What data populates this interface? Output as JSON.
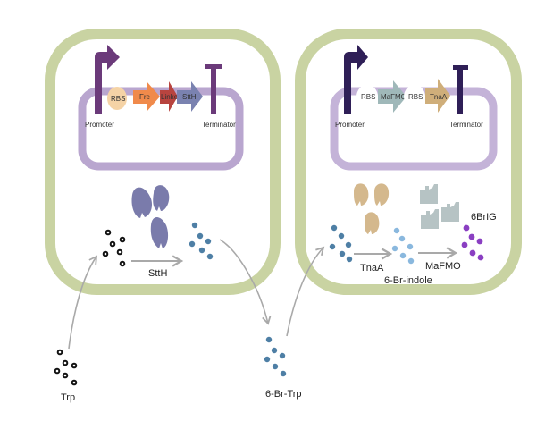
{
  "colors": {
    "cell_outline": "#c9d3a2",
    "plasmid": "#b9a6cf",
    "promoter_left": "#6b3a7a",
    "promoter_right": "#2f1f57",
    "rbs_left": "#f5d3a6",
    "fre": "#f08a4b",
    "linker": "#b8443f",
    "stth": "#7a82b0",
    "mafmo": "#9fb8b9",
    "tnaa": "#cfae7a",
    "enzyme_stth": "#7a7bab",
    "enzyme_tnaa": "#d4b88d",
    "enzyme_mafmo": "#b6c3c4",
    "trp": "#111111",
    "br_trp": "#4e7fa5",
    "br_indole": "#8ab8de",
    "brig": "#8a3fc2",
    "arrow": "#a9a9a9"
  },
  "left_cell": {
    "plasmid_parts": {
      "promoter": "Promoter",
      "rbs": "RBS",
      "fre": "Fre",
      "linker": "Linker",
      "stth": "SttH",
      "terminator": "Terminator"
    },
    "reaction": {
      "enzyme_label": "SttH"
    }
  },
  "right_cell": {
    "plasmid_parts": {
      "promoter": "Promoter",
      "rbs1": "RBS",
      "mafmo": "MaFMO",
      "rbs2": "RBS",
      "tnaa": "TnaA",
      "terminator": "Terminator"
    },
    "reaction": {
      "enzyme1_label": "TnaA",
      "intermediate_label": "6-Br-indole",
      "enzyme2_label": "MaFMO",
      "product_label": "6BrIG"
    }
  },
  "outside": {
    "substrate_label": "Trp",
    "transfer_label": "6-Br-Trp"
  }
}
